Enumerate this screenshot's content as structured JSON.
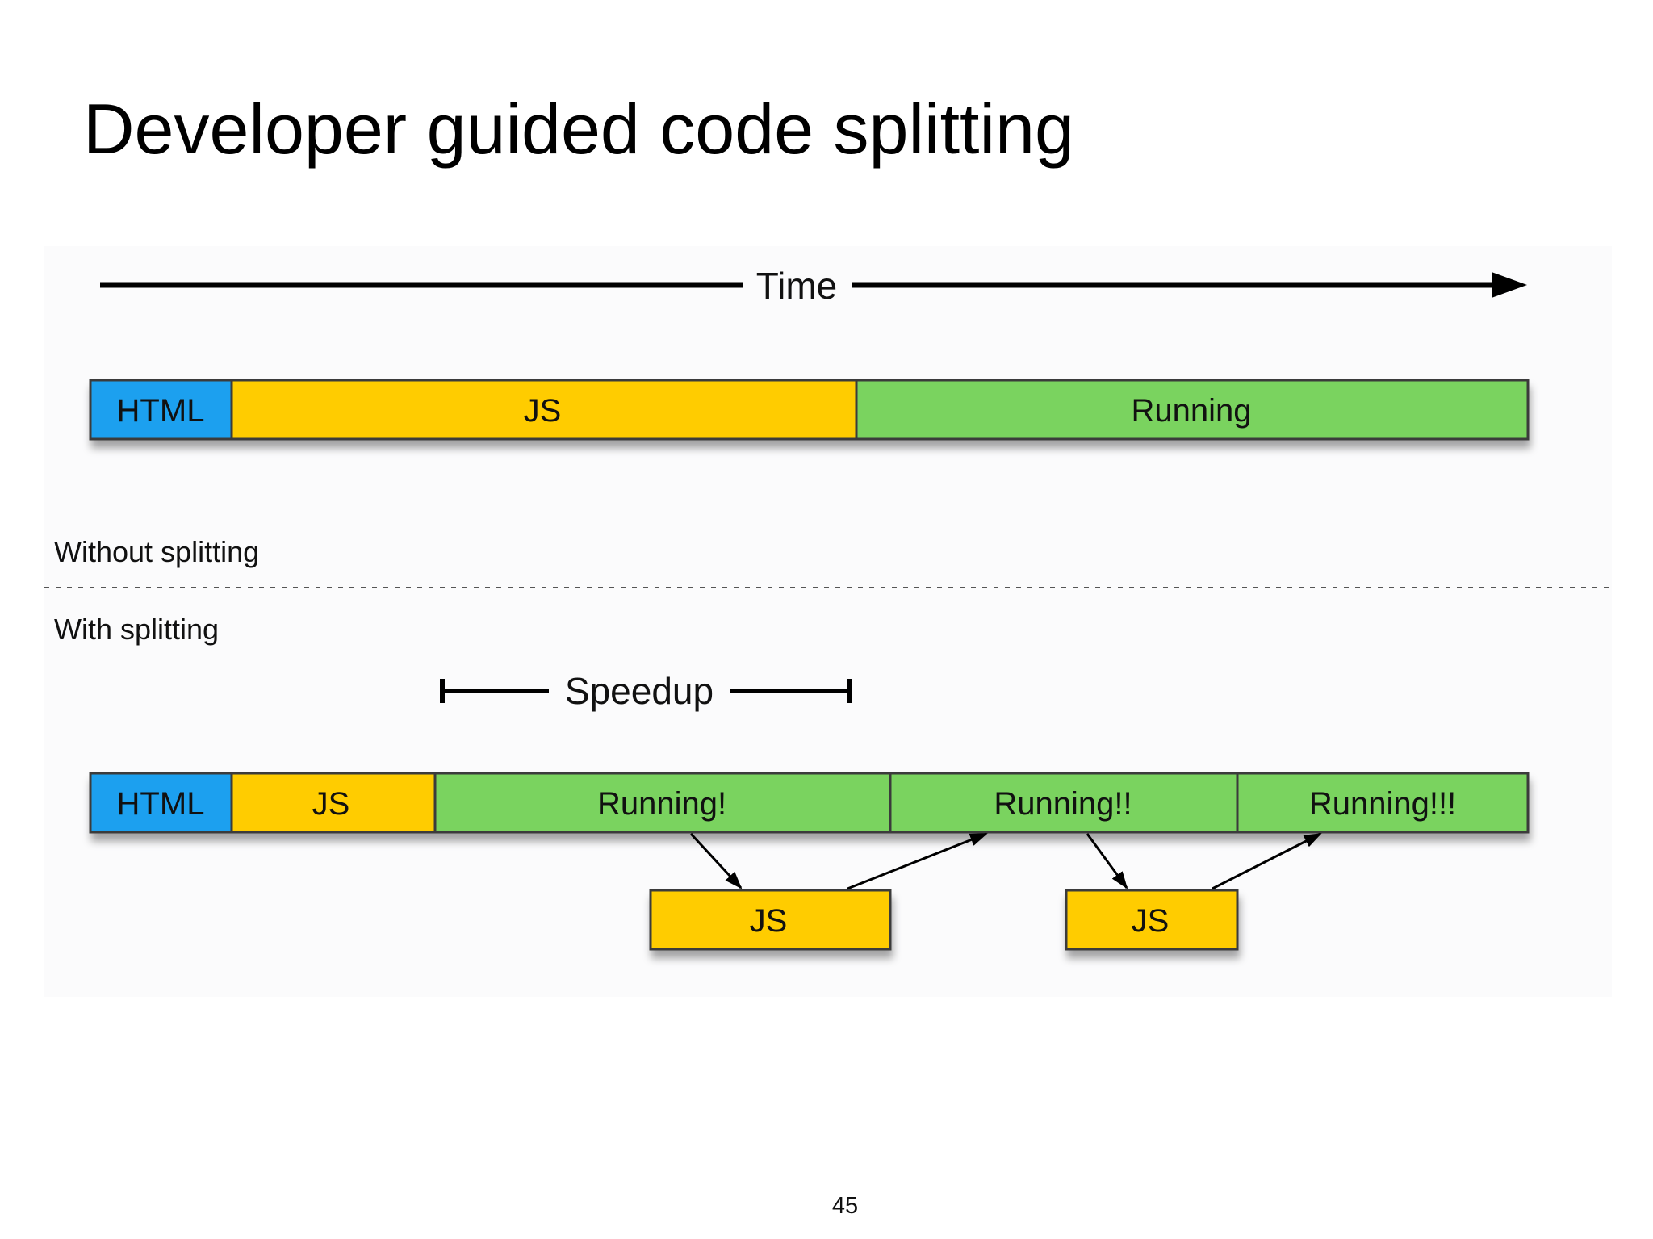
{
  "slide": {
    "title": "Developer guided code splitting",
    "page_number": "45"
  },
  "diagram": {
    "time_label": "Time",
    "speedup_label": "Speedup",
    "without_label": "Without splitting",
    "with_label": "With splitting",
    "without_row": {
      "html": "HTML",
      "js": "JS",
      "running": "Running"
    },
    "with_row": {
      "html": "HTML",
      "js": "JS",
      "running_1": "Running!",
      "running_2": "Running!!",
      "running_3": "Running!!!"
    },
    "lazy_chunks": {
      "js_1": "JS",
      "js_2": "JS"
    },
    "colors": {
      "html": "#1aa0ef",
      "js": "#ffcc00",
      "running": "#7ad35e",
      "border": "#3a3a3a"
    }
  }
}
